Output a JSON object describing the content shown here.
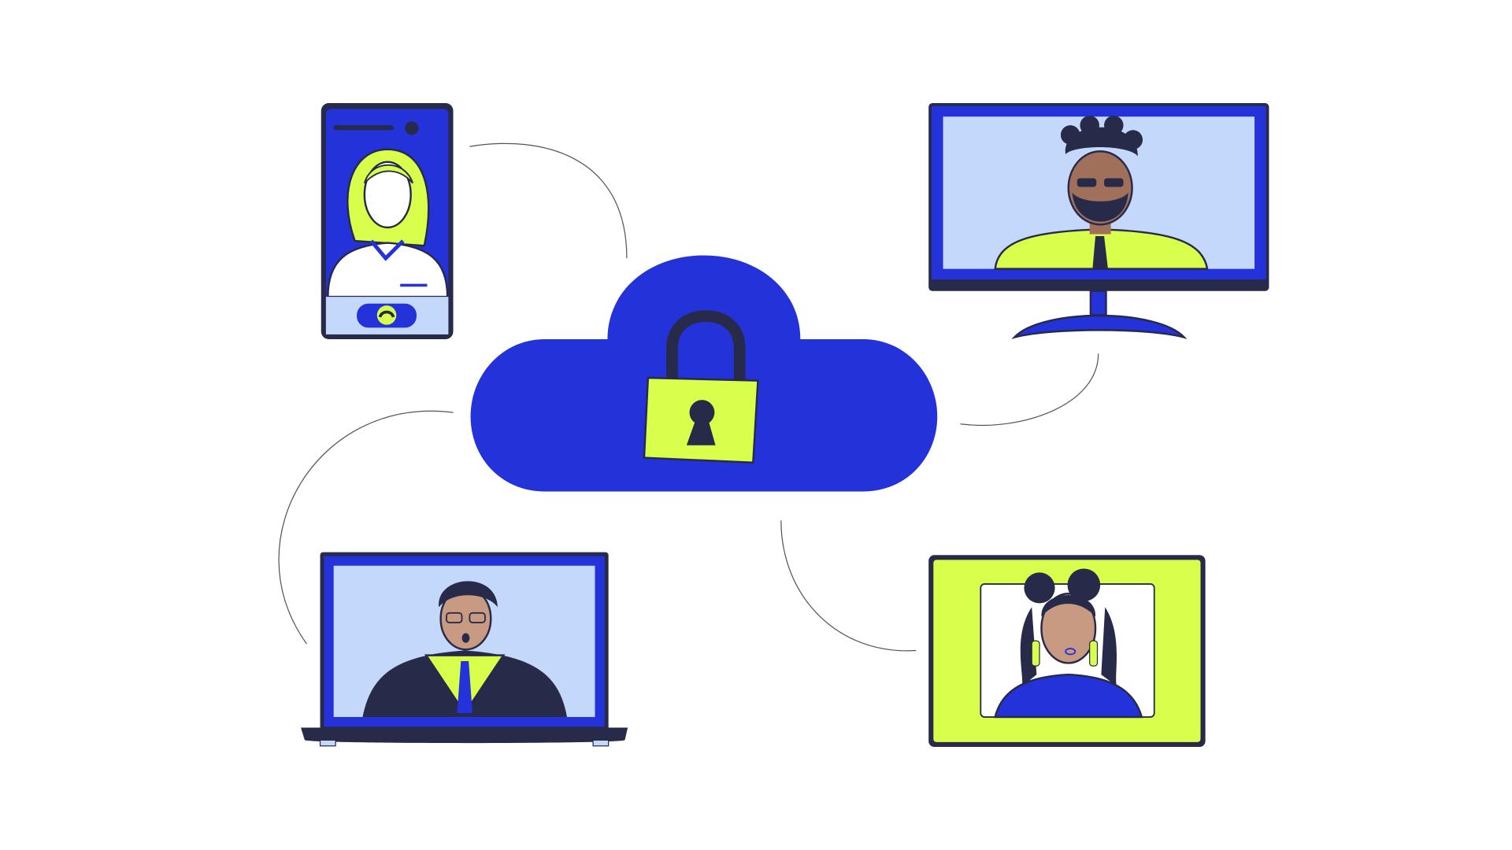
{
  "colors": {
    "background": "#ffffff",
    "brand_blue": "#2432d9",
    "lime": "#d8ff4c",
    "navy_outline": "#272a48",
    "screen_light_blue": "#c4d8fb",
    "skin_light": "#ffffff",
    "skin_tan": "#c99a82",
    "connector_line": "#555555"
  },
  "icons": [
    "cloud-icon",
    "padlock-icon",
    "keyhole-icon",
    "hang-up-phone-icon"
  ],
  "devices": [
    "smartphone",
    "desktop-monitor",
    "laptop",
    "tablet"
  ]
}
